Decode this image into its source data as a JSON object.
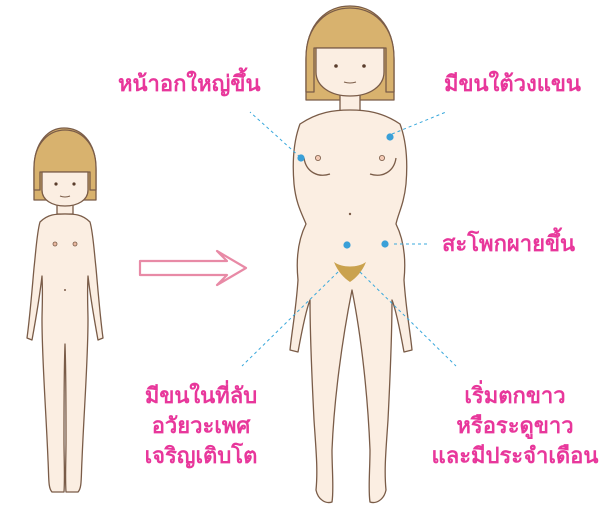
{
  "colors": {
    "label": "#e8379b",
    "skin": "#fbeee2",
    "outline": "#7a5c48",
    "hair": "#d8b26e",
    "arrow": "#e88aa6",
    "pointer": "#39a8dc",
    "dot": "#3aa0d8",
    "pubic": "#caa24e"
  },
  "labels": {
    "breasts": "หน้าอกใหญ่ขึ้น",
    "underarm": "มีขนใต้วงแขน",
    "hips": "สะโพกผายขึ้น",
    "pubic_hair": [
      "มีขนในที่ลับ",
      "อวัยวะเพศ",
      "เจริญเติบโต"
    ],
    "discharge_period": [
      "เริ่มตกขาว",
      "หรือระดูขาว",
      "และมีประจำเดือน"
    ]
  },
  "icons": {
    "transition": "right-arrow-icon"
  }
}
